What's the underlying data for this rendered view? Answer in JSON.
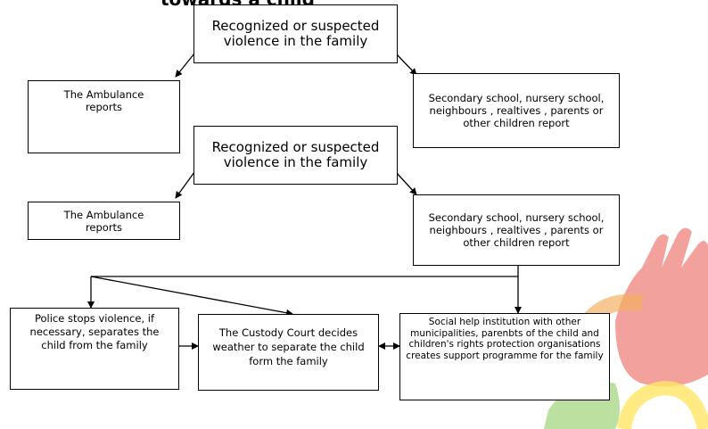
{
  "title_fragment": "towards a child",
  "colors": {
    "hand_red": "#e8463c",
    "hand_orange": "#f2a44a",
    "hand_green": "#7cc242",
    "hand_yellow": "#ffe14a"
  },
  "nodes": {
    "violence1": "Recognized or suspected violence in the family",
    "ambulance1": "The Ambulance reports",
    "school1": "Secondary school, nursery school, neighbours , realtives , parents or other children report",
    "violence2": "Recognized or suspected violence in the family",
    "ambulance2": "The Ambulance reports",
    "school2": "Secondary school, nursery school, neighbours , realtives , parents or other children report",
    "police": "Police stops violence, if necessary, separates the child from the family",
    "custody": "The Custody Court decides weather to separate the child form the family",
    "social": "Social help institution with other municipalities, parenbts of the child and children's rights protection organisations creates support programme for the family"
  }
}
